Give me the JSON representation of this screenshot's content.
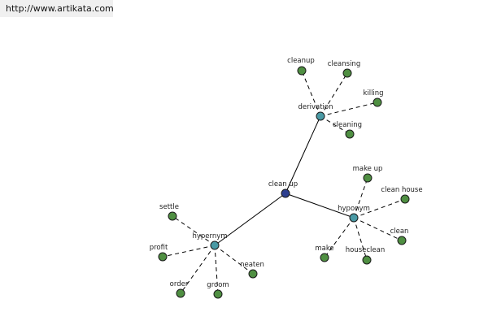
{
  "source": {
    "url": "http://www.artikata.com"
  },
  "colors": {
    "root_fill": "#2d3e8f",
    "relation_fill": "#4a9aa5",
    "leaf_fill": "#4f8f42",
    "node_stroke": "#1a1a1a",
    "label": "#222222",
    "edge": "#000000"
  },
  "root": {
    "label": "clean up"
  },
  "relations": [
    {
      "label": "derivation",
      "words": [
        "cleanup",
        "cleansing",
        "killing",
        "cleaning"
      ]
    },
    {
      "label": "hyponym",
      "words": [
        "make up",
        "clean house",
        "clean",
        "houseclean",
        "make"
      ]
    },
    {
      "label": "hypernym",
      "words": [
        "settle",
        "profit",
        "order",
        "groom",
        "neaten"
      ]
    }
  ]
}
